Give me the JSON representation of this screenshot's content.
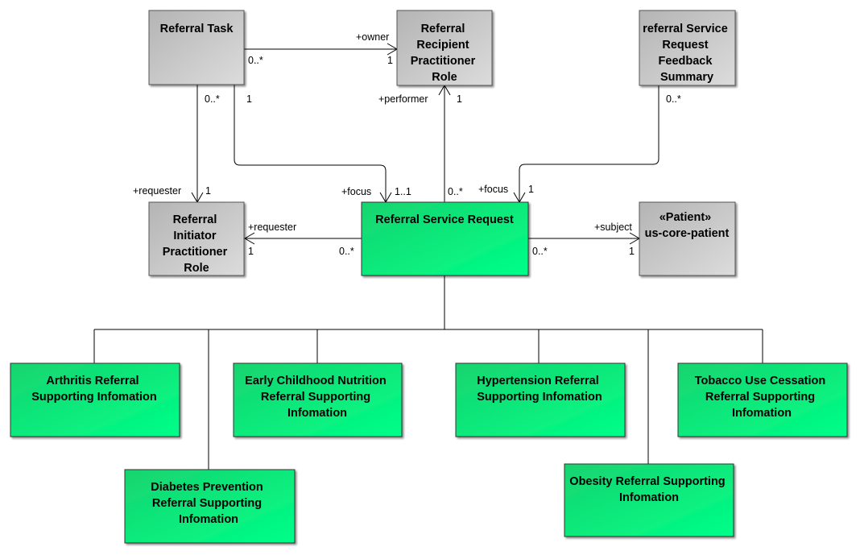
{
  "colors": {
    "gray_box": "#c8c8c8",
    "green_box": "#12e37a",
    "line": "#000000"
  },
  "boxes": {
    "referral_task": [
      "Referral Task"
    ],
    "recipient_role": [
      "Referral",
      "Recipient",
      "Practitioner",
      "Role"
    ],
    "feedback_summary": [
      "referral Service",
      "Request",
      "Feedback",
      "Summary"
    ],
    "initiator_role": [
      "Referral",
      "Initiator",
      "Practitioner",
      "Role"
    ],
    "service_request": [
      "Referral Service Request"
    ],
    "patient": [
      "«Patient»",
      "us-core-patient"
    ],
    "arthritis": [
      "Arthritis Referral",
      "Supporting Infomation"
    ],
    "early_childhood": [
      "Early Childhood Nutrition",
      "Referral Supporting",
      "Infomation"
    ],
    "hypertension": [
      "Hypertension Referral",
      "Supporting Infomation"
    ],
    "tobacco": [
      "Tobacco Use Cessation",
      "Referral Supporting",
      "Infomation"
    ],
    "diabetes": [
      "Diabetes Prevention",
      "Referral Supporting",
      "Infomation"
    ],
    "obesity": [
      "Obesity Referral Supporting",
      "Infomation"
    ]
  },
  "labels": {
    "task_owner_role": "+owner",
    "task_owner_mult_src": "0..*",
    "task_owner_mult_tgt": "1",
    "task_requester_mult_src": "0..*",
    "task_focus_mult_src": "1",
    "performer_role": "+performer",
    "performer_mult_tgt": "1",
    "performer_mult_src": "0..*",
    "feedback_mult_src": "0..*",
    "requester_role_left": "+requester",
    "requester_mult_left": "1",
    "task_focus_role": "+focus",
    "task_focus_mult_tgt": "1..1",
    "feedback_focus_role": "+focus",
    "feedback_focus_mult_tgt": "1",
    "sr_requester_role": "+requester",
    "sr_requester_mult_tgt": "1",
    "sr_requester_mult_src": "0..*",
    "subject_role": "+subject",
    "subject_mult_src": "0..*",
    "subject_mult_tgt": "1"
  }
}
